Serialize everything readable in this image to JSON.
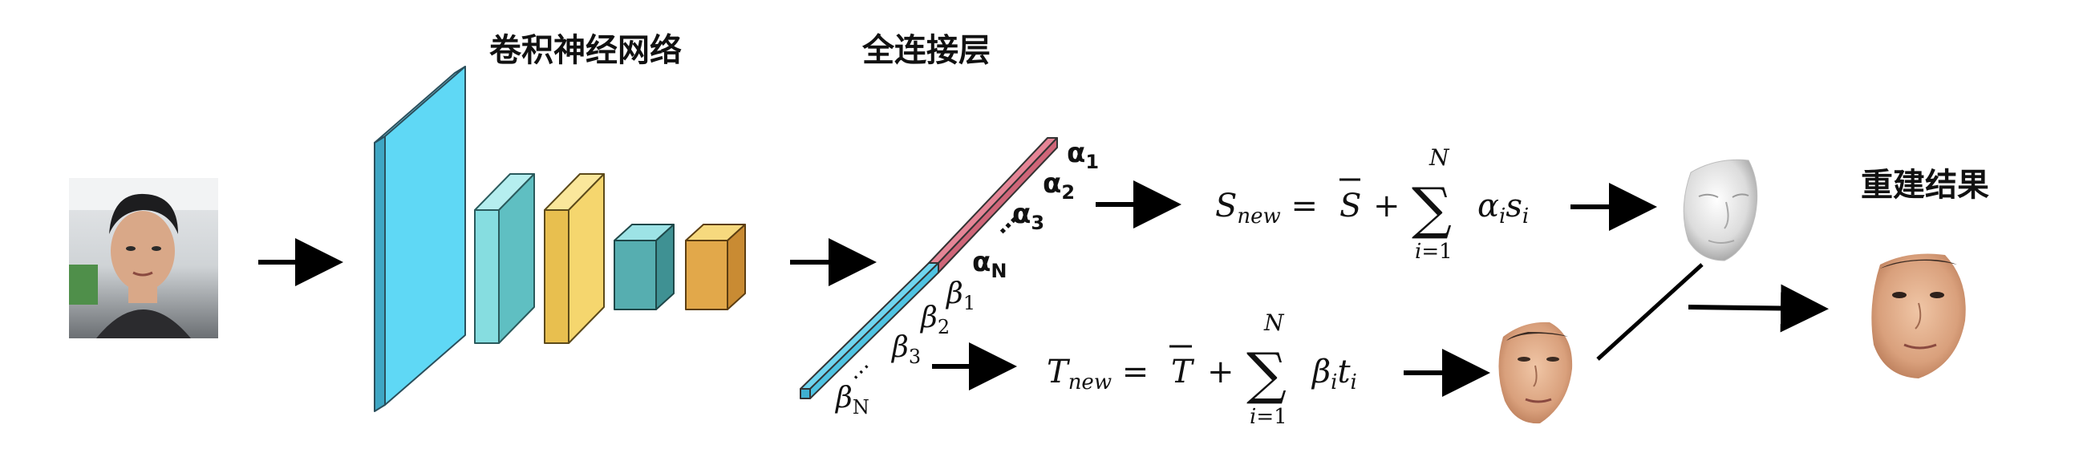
{
  "titles": {
    "cnn": "卷积神经网络",
    "fc": "全连接层",
    "result": "重建结果"
  },
  "alpha_labels": [
    "α1",
    "α2",
    "α3",
    "αN"
  ],
  "beta_labels": [
    "β1",
    "β2",
    "β3",
    "βN"
  ],
  "equations": {
    "shape": "S_new = S̄ + Σ_{i=1}^{N} α_i s_i",
    "texture": "T_new = T̄ + Σ_{i=1}^{N} β_i t_i"
  },
  "colors": {
    "conv1": "#5fd8f5",
    "conv2": "#86dde0",
    "conv3": "#f5d66e",
    "conv4": "#56aeb0",
    "conv5": "#e2a84a",
    "fc_alpha": "#e58596",
    "fc_beta": "#6fd5ef",
    "arrow": "#000000"
  },
  "icons": [
    "input-face-photo",
    "gray-face-mesh",
    "textured-face-mesh",
    "reconstructed-face"
  ]
}
